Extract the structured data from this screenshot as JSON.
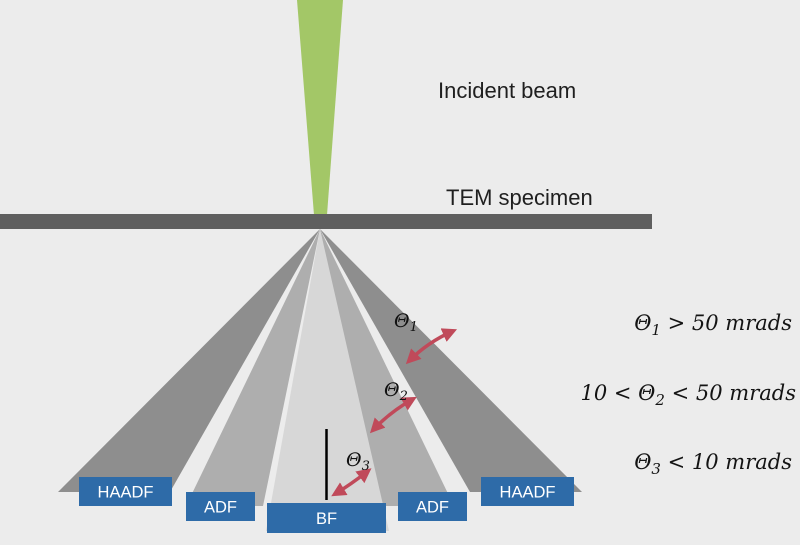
{
  "colors": {
    "background": "#ececec",
    "beam_green": "#a3c767",
    "specimen_gray": "#5f5f5f",
    "haadf_cone": "#8e8e8e",
    "adf_cone": "#aeaeae",
    "bf_cone": "#d7d7d7",
    "detector_blue": "#2e6ba8",
    "arrow_red": "#c04a5a",
    "axis_line_black": "#000000"
  },
  "labels": {
    "incident_beam": "Incident beam",
    "tem_specimen": "TEM specimen"
  },
  "detectors": [
    "HAADF",
    "ADF",
    "BF",
    "ADF",
    "HAADF"
  ],
  "angles": [
    {
      "symbol": "Θ",
      "sub": "1"
    },
    {
      "symbol": "Θ",
      "sub": "2"
    },
    {
      "symbol": "Θ",
      "sub": "3"
    }
  ],
  "equations": [
    {
      "pre": "Θ",
      "sub": "1",
      "post": " > 50 mrads"
    },
    {
      "pre": "10 < Θ",
      "sub": "2",
      "post": " < 50 mrads"
    },
    {
      "pre": "Θ",
      "sub": "3",
      "post": " < 10 mrads"
    }
  ]
}
